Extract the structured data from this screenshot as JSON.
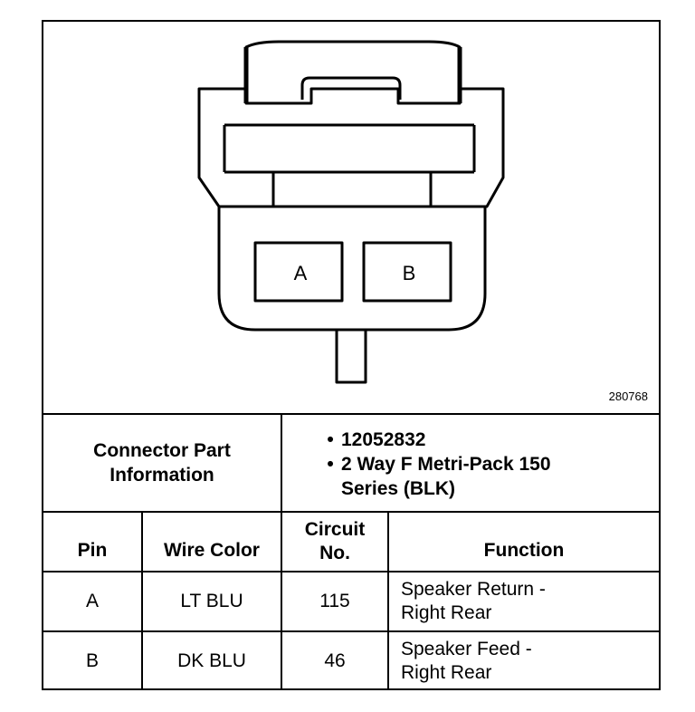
{
  "figure_number": "280768",
  "connector": {
    "pin_labels": [
      "A",
      "B"
    ]
  },
  "part_info": {
    "label": "Connector Part Information",
    "items": [
      "12052832",
      "2 Way F Metri-Pack 150 Series (BLK)"
    ]
  },
  "table": {
    "headers": {
      "pin": "Pin",
      "wire_color": "Wire Color",
      "circuit": "Circuit No.",
      "function": "Function"
    },
    "rows": [
      {
        "pin": "A",
        "wire_color": "LT BLU",
        "circuit": "115",
        "function": "Speaker Return - Right Rear"
      },
      {
        "pin": "B",
        "wire_color": "DK BLU",
        "circuit": "46",
        "function": "Speaker Feed - Right Rear"
      }
    ]
  }
}
